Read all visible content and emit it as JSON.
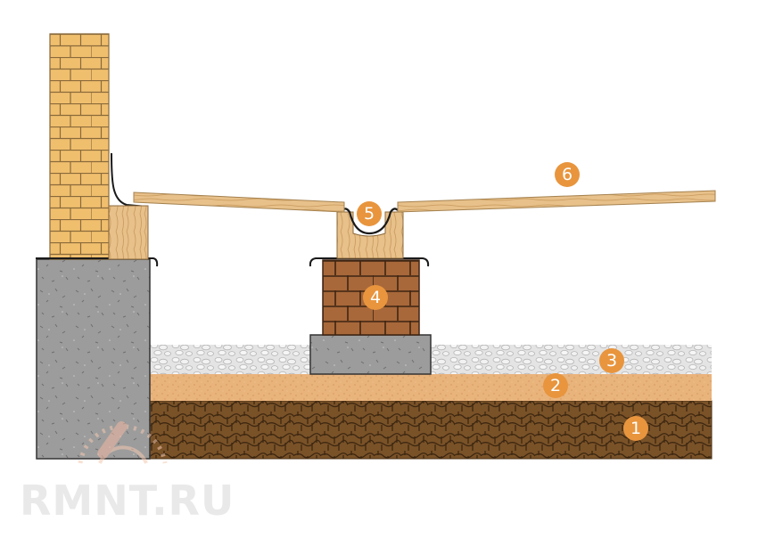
{
  "callouts": [
    {
      "id": "1",
      "text": "1"
    },
    {
      "id": "2",
      "text": "2"
    },
    {
      "id": "3",
      "text": "3"
    },
    {
      "id": "4",
      "text": "4"
    },
    {
      "id": "5",
      "text": "5"
    },
    {
      "id": "6",
      "text": "6"
    }
  ],
  "watermark": {
    "text": "RMNT.RU"
  },
  "colors": {
    "brick_light": "#f0bf6e",
    "brick_dark": "#a8683a",
    "mortar": "#8a6a3a",
    "concrete": "#9c9c9c",
    "gravel": "#e2e2e2",
    "sand": "#e9b37c",
    "soil": "#6e4a22",
    "wood": "#e7c08a",
    "callout": "#e8953e"
  }
}
